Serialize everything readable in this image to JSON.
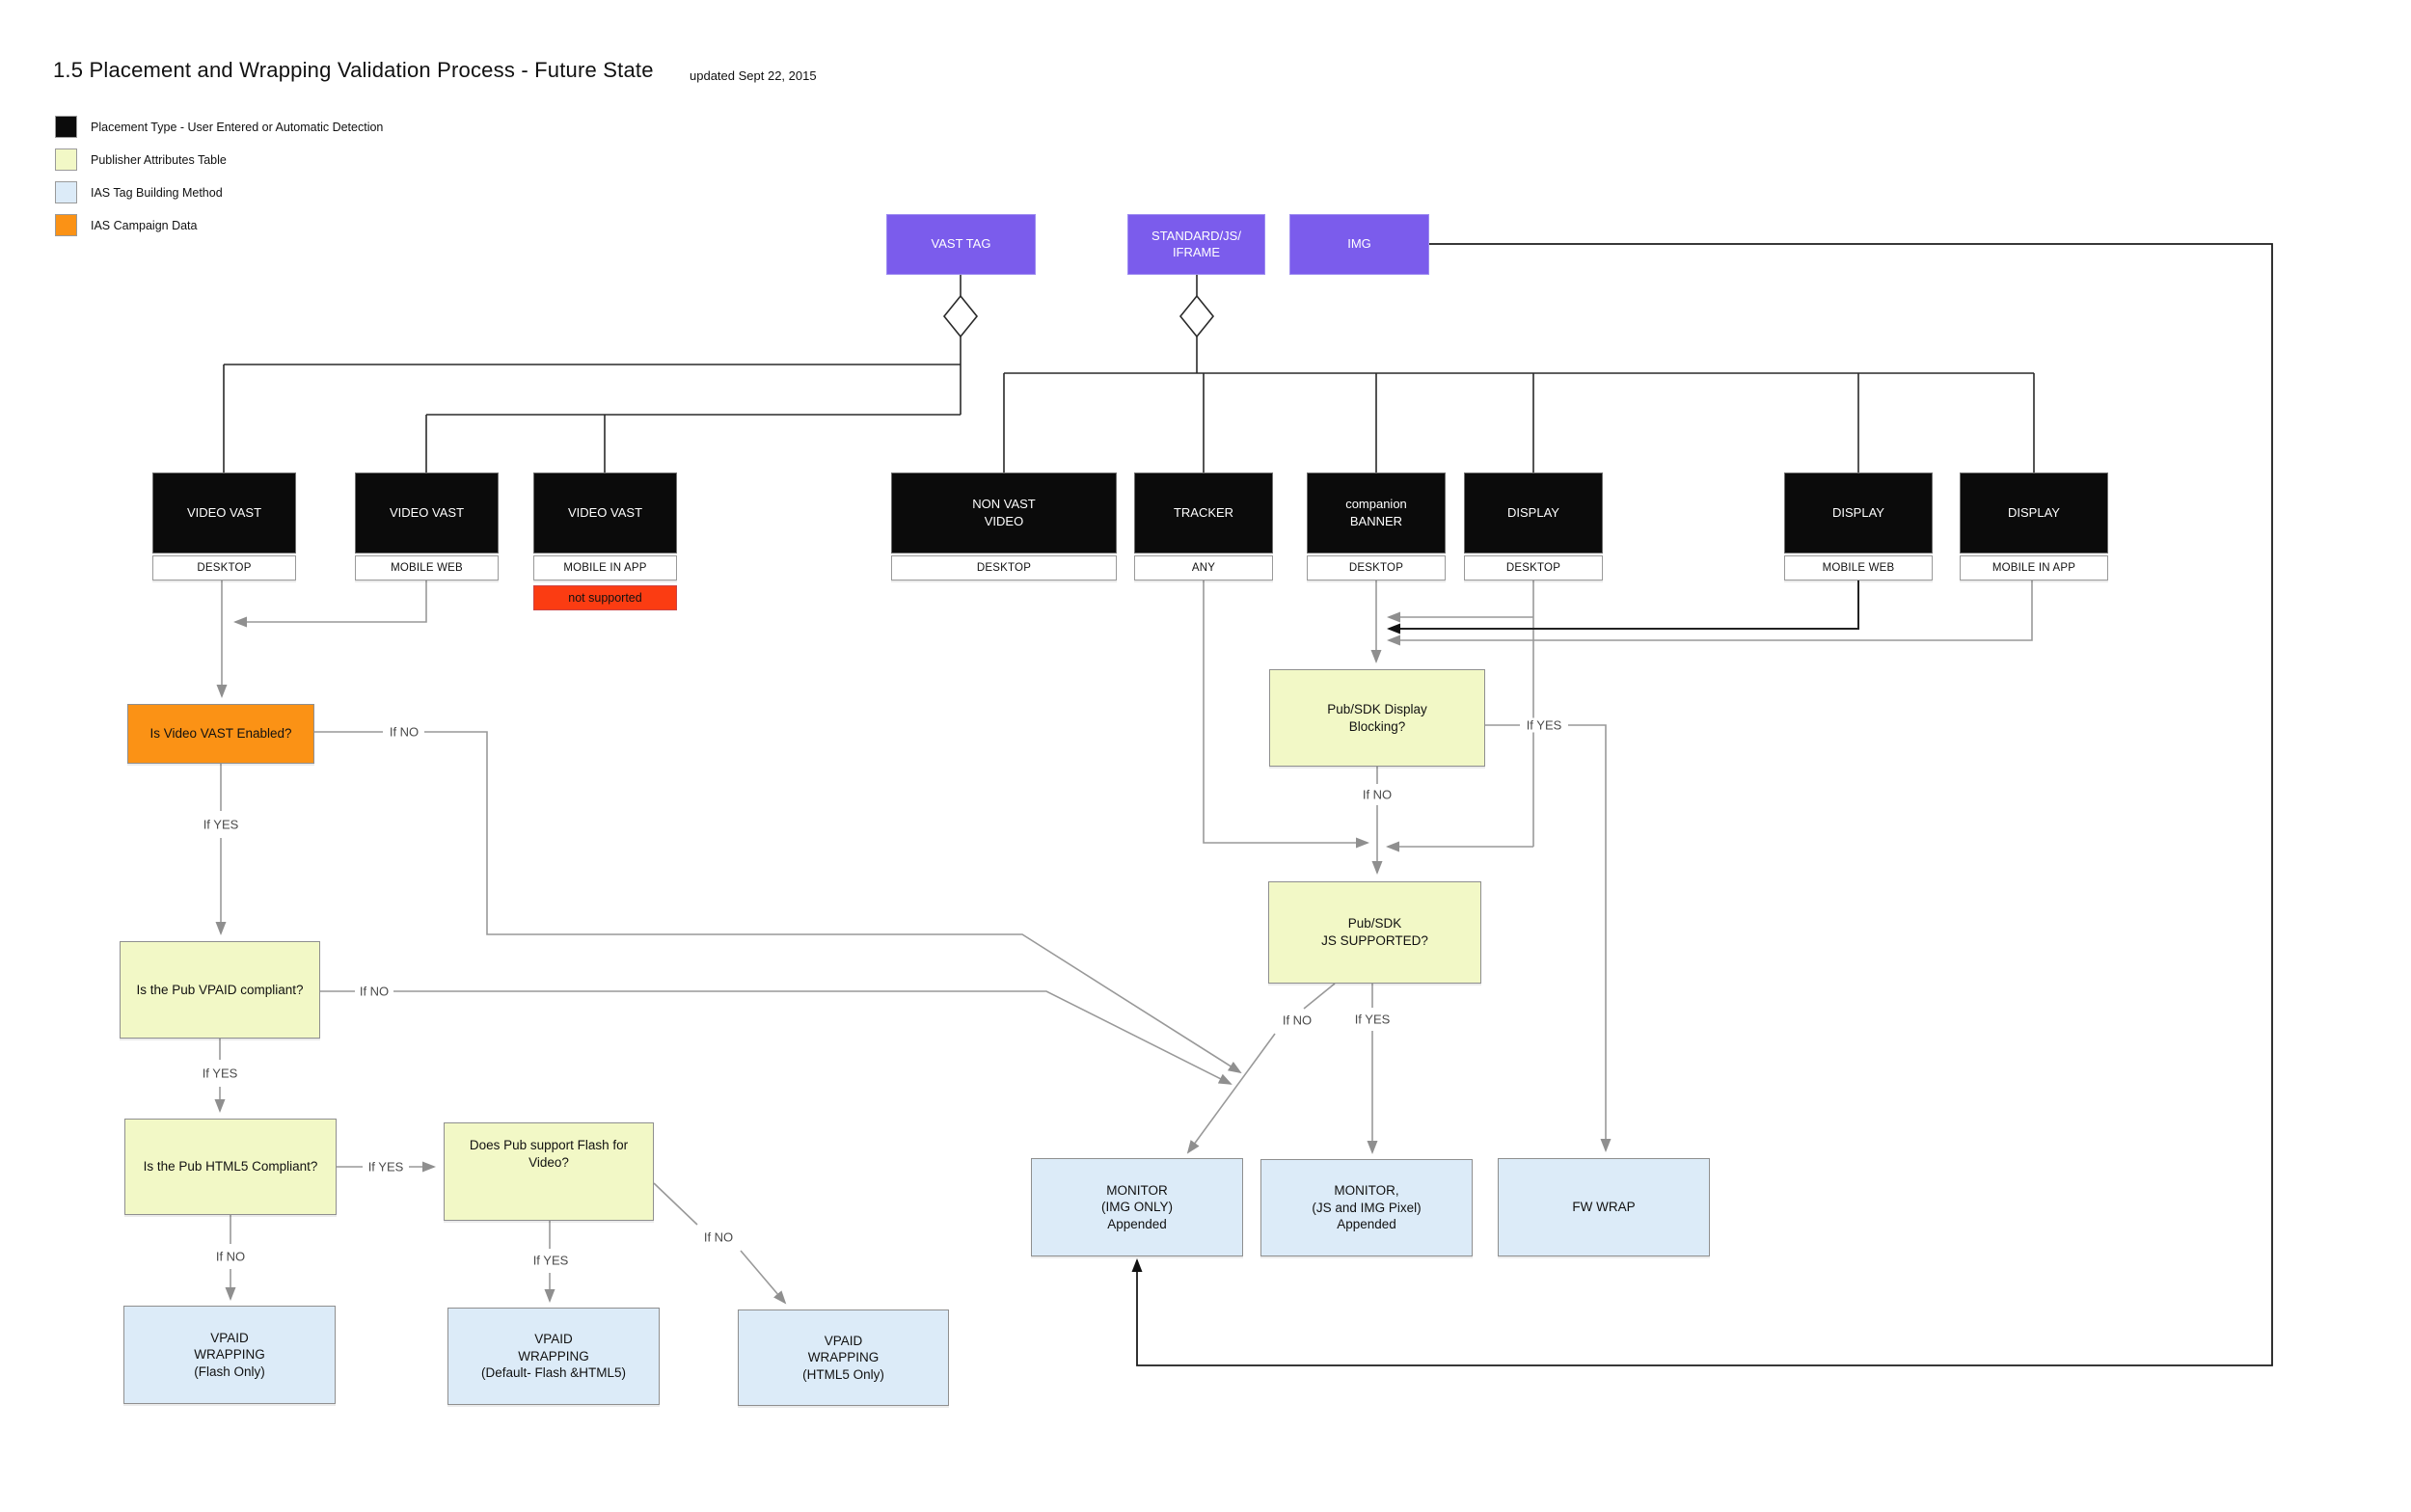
{
  "title": "1.5 Placement and Wrapping Validation Process - Future State",
  "updated": "updated Sept 22, 2015",
  "colors": {
    "placement_black": "#0b0b0b",
    "publisher_yellow": "#f2f8c6",
    "tag_blue": "#dcebf8",
    "campaign_orange": "#fb9215",
    "not_supported_red": "#fb3c12",
    "source_purple": "#7b5cec",
    "wire_gray": "#999999",
    "wire_black": "#2a2a2a"
  },
  "legend": [
    {
      "swatch": "#0b0b0b",
      "label": "Placement Type - User Entered or Automatic Detection"
    },
    {
      "swatch": "#f2f8c6",
      "label": "Publisher Attributes Table"
    },
    {
      "swatch": "#dcebf8",
      "label": "IAS Tag Building Method"
    },
    {
      "swatch": "#fb9215",
      "label": "IAS Campaign Data"
    }
  ],
  "nodes": {
    "vast_tag": {
      "label": "VAST TAG"
    },
    "standard_js": {
      "label": "STANDARD/JS/\nIFRAME"
    },
    "img": {
      "label": "IMG"
    },
    "vv_desktop": {
      "label": "VIDEO VAST",
      "sublabel": "DESKTOP"
    },
    "vv_mobile_web": {
      "label": "VIDEO VAST",
      "sublabel": "MOBILE WEB"
    },
    "vv_mobile_app": {
      "label": "VIDEO VAST",
      "sublabel": "MOBILE IN APP",
      "note": "not supported"
    },
    "non_vast_video": {
      "label": "NON VAST\nVIDEO",
      "sublabel": "DESKTOP"
    },
    "tracker": {
      "label": "TRACKER",
      "sublabel": "ANY"
    },
    "companion_banner": {
      "label": "companion\nBANNER",
      "sublabel": "DESKTOP"
    },
    "display_desktop": {
      "label": "DISPLAY",
      "sublabel": "DESKTOP"
    },
    "display_mobile_web": {
      "label": "DISPLAY",
      "sublabel": "MOBILE WEB"
    },
    "display_mobile_app": {
      "label": "DISPLAY",
      "sublabel": "MOBILE IN APP"
    },
    "vast_enabled": {
      "label": "Is Video VAST Enabled?"
    },
    "vpaid_compliant": {
      "label": "Is the Pub VPAID compliant?"
    },
    "html5_compliant": {
      "label": "Is the Pub HTML5 Compliant?"
    },
    "flash_support": {
      "label": "Does Pub support Flash for\nVideo?"
    },
    "display_blocking": {
      "label": "Pub/SDK Display\nBlocking?"
    },
    "js_supported": {
      "label": "Pub/SDK\nJS SUPPORTED?"
    },
    "vpaid_wrap_flash": {
      "label": "VPAID\nWRAPPING\n(Flash Only)"
    },
    "vpaid_wrap_default": {
      "label": "VPAID\nWRAPPING\n(Default- Flash &HTML5)"
    },
    "vpaid_wrap_html5": {
      "label": "VPAID\nWRAPPING\n(HTML5 Only)"
    },
    "monitor_img": {
      "label": "MONITOR\n(IMG ONLY)\nAppended"
    },
    "monitor_js_img": {
      "label": "MONITOR,\n(JS and IMG Pixel)\nAppended"
    },
    "fw_wrap": {
      "label": "FW WRAP"
    }
  },
  "edge_labels": {
    "vast_enabled_no": "If NO",
    "vast_enabled_yes": "If YES",
    "vpaid_no": "If NO",
    "vpaid_yes": "If YES",
    "html5_yes": "If YES",
    "html5_no": "If NO",
    "flash_yes": "If YES",
    "flash_no": "If NO",
    "blocking_yes": "If YES",
    "blocking_no": "If NO",
    "js_no": "If NO",
    "js_yes": "If YES"
  }
}
